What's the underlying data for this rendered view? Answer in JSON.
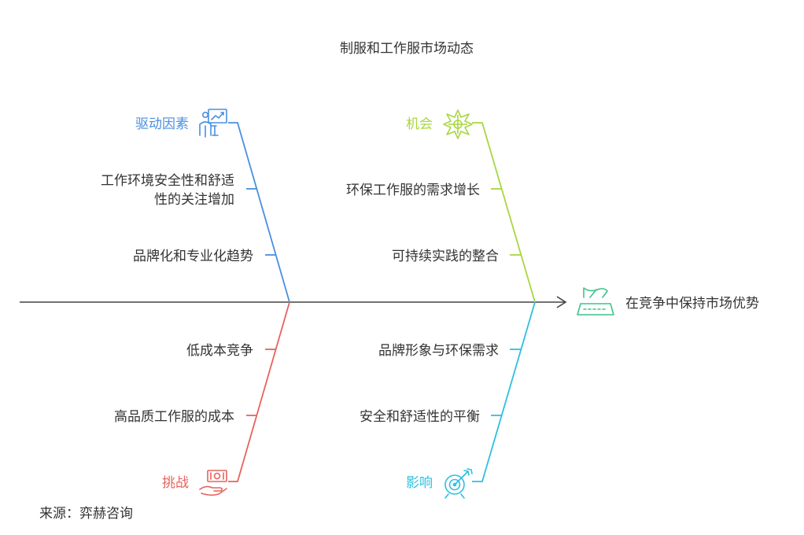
{
  "title": "制服和工作服市场动态",
  "outcome": {
    "label": "在竞争中保持市场优势",
    "icon": "finish-line-trophy-icon"
  },
  "source": "来源：弈赫咨询",
  "colors": {
    "spine": "#444444",
    "drivers": "#4a8fe0",
    "opportunities": "#a8d640",
    "challenges": "#e8625c",
    "impacts": "#2fbfe0",
    "outcome": "#3fc28a"
  },
  "branches": {
    "drivers": {
      "label": "驱动因素",
      "icon": "presenter-chart-icon",
      "items": [
        [
          "工作环境安全性和舒适",
          "性的关注增加"
        ],
        [
          "品牌化和专业化趋势"
        ]
      ]
    },
    "opportunities": {
      "label": "机会",
      "icon": "star-burst-icon",
      "items": [
        [
          "环保工作服的需求增长"
        ],
        [
          "可持续实践的整合"
        ]
      ]
    },
    "challenges": {
      "label": "挑战",
      "icon": "hand-money-icon",
      "items": [
        [
          "低成本竞争"
        ],
        [
          "高品质工作服的成本"
        ]
      ]
    },
    "impacts": {
      "label": "影响",
      "icon": "target-arrow-icon",
      "items": [
        [
          "品牌形象与环保需求"
        ],
        [
          "安全和舒适性的平衡"
        ]
      ]
    }
  }
}
